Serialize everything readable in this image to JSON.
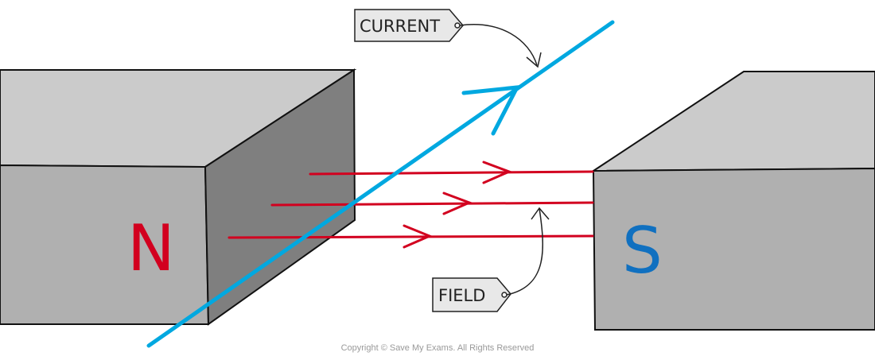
{
  "labels": {
    "current": "CURRENT",
    "field": "FIELD"
  },
  "poles": {
    "north": "N",
    "south": "S"
  },
  "copyright": "Copyright © Save My Exams. All Rights Reserved",
  "colors": {
    "current": "#00a8e0",
    "field": "#d2001f",
    "magnet_top": "#cbcbcb",
    "magnet_front": "#b0b0b0",
    "magnet_side": "#7f7f7f",
    "south_label": "#1070c0"
  }
}
